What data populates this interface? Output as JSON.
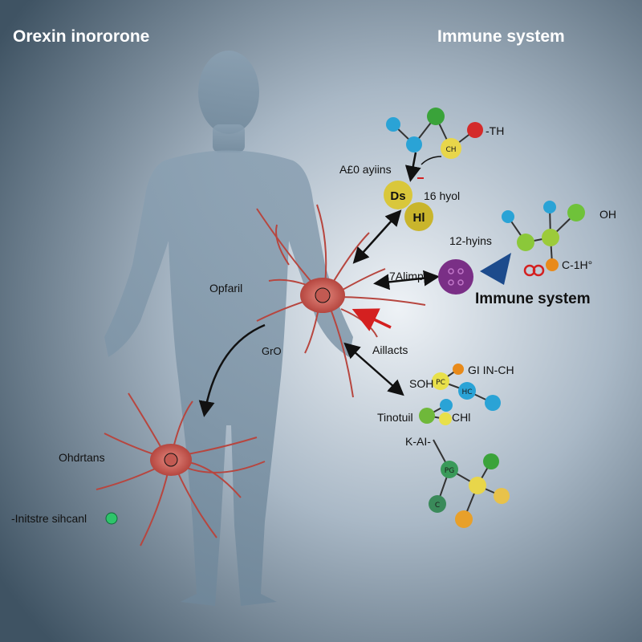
{
  "titles": {
    "left": "Orexin inororone",
    "right": "Immune system"
  },
  "labels": {
    "a10": "A£0 ayiins",
    "hyol": "16 hyol",
    "hyins": "12-hyins",
    "alimp": "7Alimp",
    "immune": "Immune system",
    "opfaril": "Opfaril",
    "gro": "GrO",
    "aillacts": "Aillacts",
    "soh": "SOH",
    "gi_inch": "GI IN-CH",
    "tinotuil": "Tinotuil",
    "chl": "CHl",
    "kai": "K-AI-",
    "ohdrtans": "Ohdrtans",
    "inits": "-Initstre sihcanl",
    "th": "-TH",
    "oh": "OH",
    "c1h": "C-1H°"
  },
  "nodes": {
    "ds": "Ds",
    "hi": "Hl",
    "ch": "CH",
    "pc": "PC",
    "hc": "HC",
    "pg": "PG",
    "c": "C"
  },
  "colors": {
    "background_center": "#eef2f6",
    "background_edge": "#3f5363",
    "neuron": "#c0504a",
    "body": "#7d93a5"
  }
}
